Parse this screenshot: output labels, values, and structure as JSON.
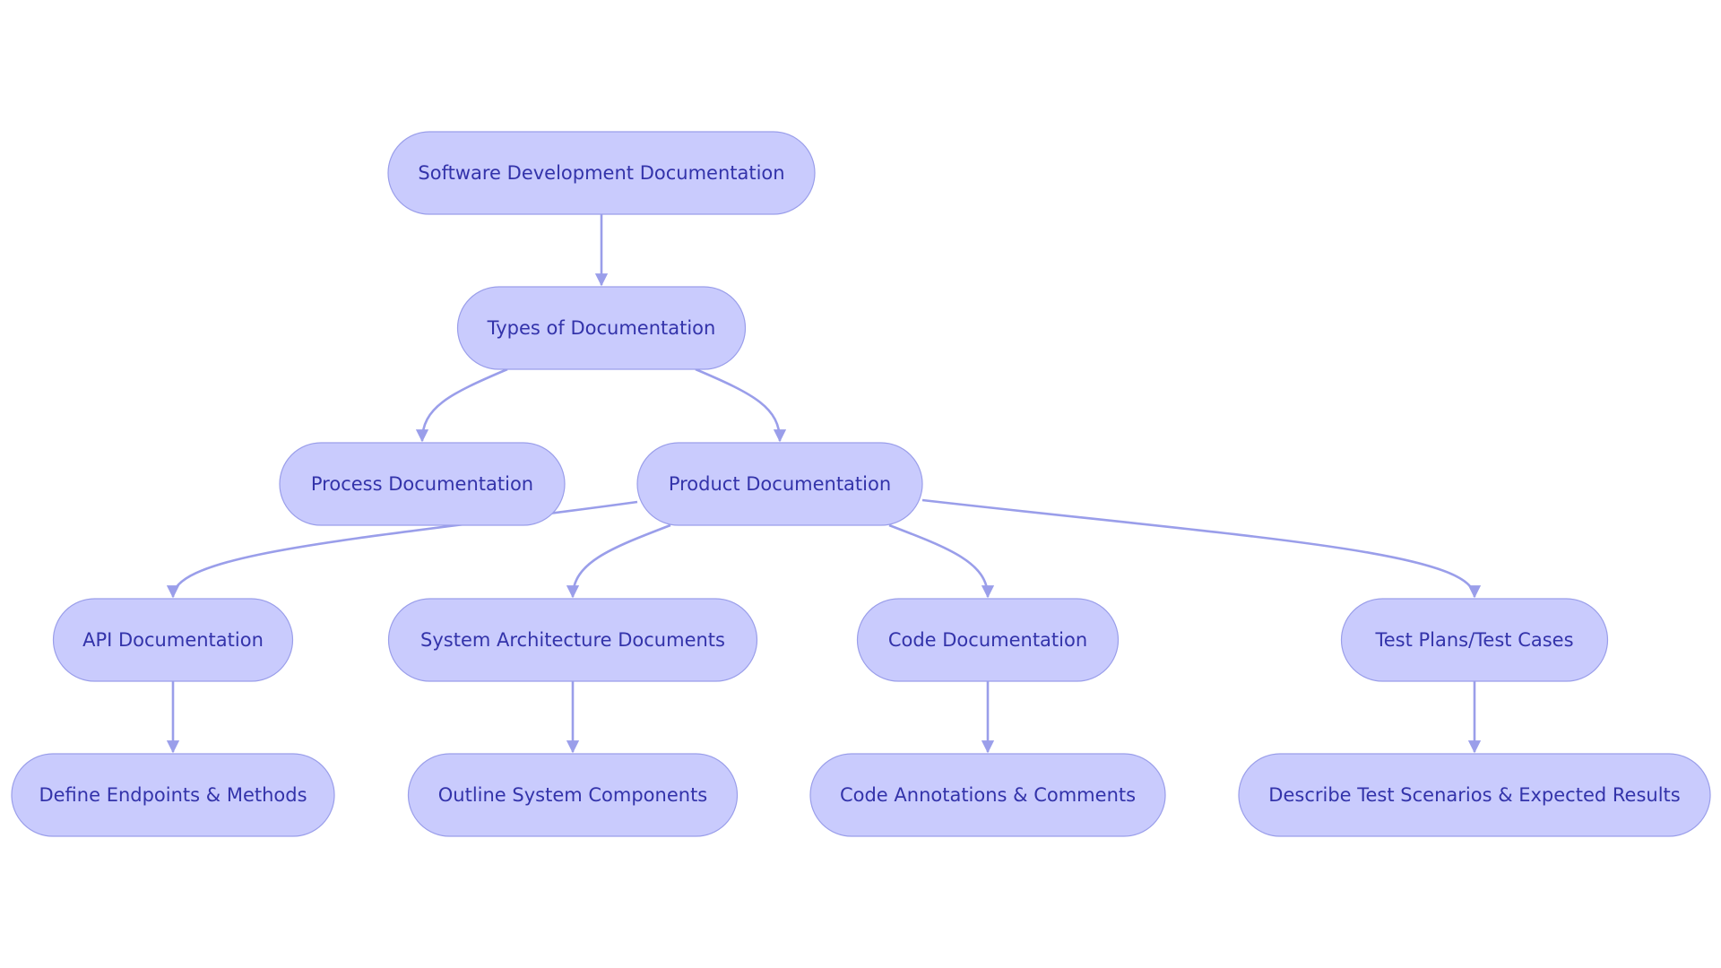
{
  "colors": {
    "background": "#ffffff",
    "node_fill": "#c9cbfd",
    "node_stroke": "#9a9eea",
    "node_text": "#3333aa",
    "edge": "#9a9eea",
    "arrowhead": "#9a9eea"
  },
  "nodes": [
    {
      "id": "root",
      "label": "Software Development Documentation"
    },
    {
      "id": "types",
      "label": "Types of Documentation"
    },
    {
      "id": "process",
      "label": "Process Documentation"
    },
    {
      "id": "product",
      "label": "Product Documentation"
    },
    {
      "id": "api",
      "label": "API Documentation"
    },
    {
      "id": "sysarch",
      "label": "System Architecture Documents"
    },
    {
      "id": "code",
      "label": "Code Documentation"
    },
    {
      "id": "test",
      "label": "Test Plans/Test Cases"
    },
    {
      "id": "endpoints",
      "label": "Define Endpoints & Methods"
    },
    {
      "id": "components",
      "label": "Outline System Components"
    },
    {
      "id": "annotations",
      "label": "Code Annotations & Comments"
    },
    {
      "id": "scenarios",
      "label": "Describe Test Scenarios & Expected Results"
    }
  ],
  "edges": [
    {
      "from": "root",
      "to": "types"
    },
    {
      "from": "types",
      "to": "process"
    },
    {
      "from": "types",
      "to": "product"
    },
    {
      "from": "product",
      "to": "api"
    },
    {
      "from": "product",
      "to": "sysarch"
    },
    {
      "from": "product",
      "to": "code"
    },
    {
      "from": "product",
      "to": "test"
    },
    {
      "from": "api",
      "to": "endpoints"
    },
    {
      "from": "sysarch",
      "to": "components"
    },
    {
      "from": "code",
      "to": "annotations"
    },
    {
      "from": "test",
      "to": "scenarios"
    }
  ]
}
